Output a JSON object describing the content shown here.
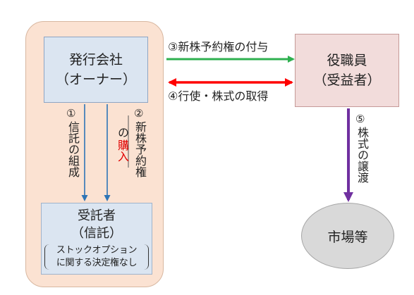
{
  "nodes": {
    "issuer": {
      "line1": "発行会社",
      "line2": "（オーナー）"
    },
    "officer": {
      "line1": "役職員",
      "line2": "（受益者）"
    },
    "trustee": {
      "line1": "受託者",
      "line2": "（信託）",
      "note_line1": "ストックオプション",
      "note_line2": "に関する決定権なし"
    },
    "market": {
      "label": "市場等"
    }
  },
  "flows": {
    "f1": {
      "num": "①",
      "text": "信託の組成"
    },
    "f2": {
      "num": "②",
      "text_a": "新株予約権",
      "text_b": "の",
      "text_c": "購入"
    },
    "f3": {
      "label": "③新株予約権の付与"
    },
    "f4": {
      "label": "④行使・株式の取得"
    },
    "f5": {
      "num": "⑤",
      "text": "株式の譲渡"
    }
  },
  "colors": {
    "grant_arrow": "#2eb04f",
    "exercise_arrow": "#ff0000",
    "transfer_arrow": "#7030a0",
    "trust_arrow": "#2e75b6"
  }
}
